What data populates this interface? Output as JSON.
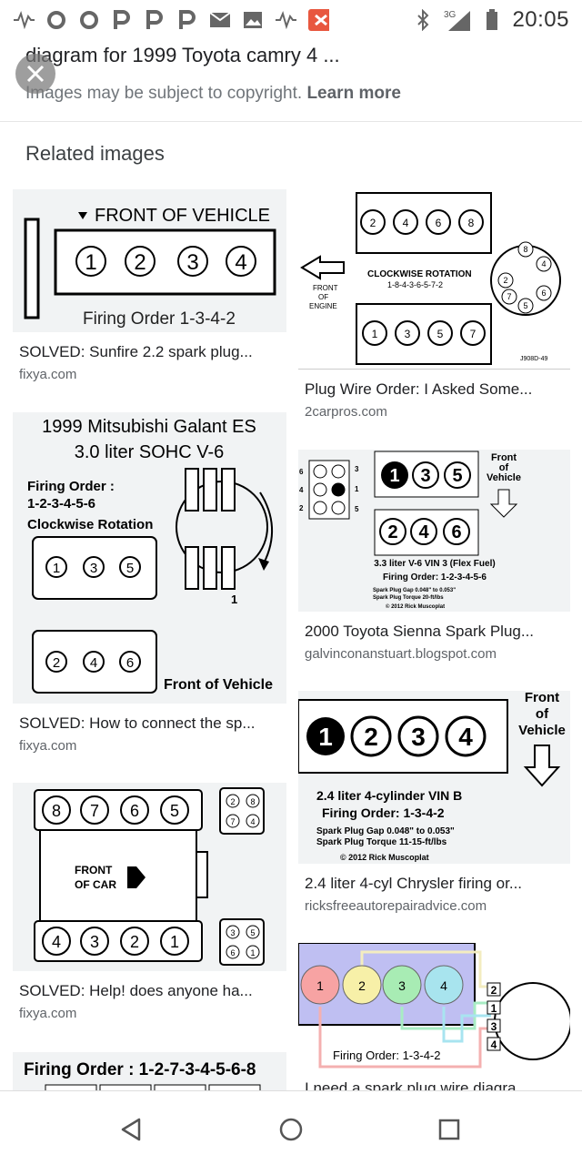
{
  "status": {
    "time": "20:05",
    "network": "3G"
  },
  "header": {
    "title": "diagram for 1999 Toyota camry 4 ...",
    "subtitle": "Images may be subject to copyright.",
    "learn_more": "Learn more"
  },
  "related_title": "Related images",
  "results": [
    {
      "caption": "SOLVED: Sunfire 2.2 spark plug...",
      "source": "fixya.com",
      "img_text": {
        "line1": "FRONT OF VEHICLE",
        "line2": "Firing Order 1-3-4-2",
        "cyl": [
          "1",
          "2",
          "3",
          "4"
        ]
      }
    },
    {
      "caption": "Plug Wire Order: I Asked Some...",
      "source": "2carpros.com",
      "img_text": {
        "line1": "CLOCKWISE ROTATION",
        "line2": "1-8-4-3-6-5-7-2",
        "line3": "FRONT",
        "line4": "OF",
        "line5": "ENGINE",
        "code": "J908D-49",
        "top": [
          "2",
          "4",
          "6",
          "8"
        ],
        "bottom": [
          "1",
          "3",
          "5",
          "7"
        ]
      }
    },
    {
      "caption": "SOLVED: How to connect the sp...",
      "source": "fixya.com",
      "img_text": {
        "line1": "1999 Mitsubishi Galant ES",
        "line2": "3.0 liter SOHC V-6",
        "line3": "Firing Order :",
        "line4": "1-2-3-4-5-6",
        "line5": "Clockwise Rotation",
        "line6": "Front of Vehicle",
        "top": [
          "1",
          "3",
          "5"
        ],
        "bottom": [
          "2",
          "4",
          "6"
        ],
        "mark": "1"
      }
    },
    {
      "caption": "2000 Toyota Sienna Spark Plug...",
      "source": "galvinconanstuart.blogspot.com",
      "img_text": {
        "line1": "Front",
        "line2": "of",
        "line3": "Vehicle",
        "line4": "3.3 liter V-6 VIN 3 (Flex Fuel)",
        "line5": "Firing Order: 1-2-3-4-5-6",
        "line6": "Spark Plug Gap 0.048\" to 0.053\"",
        "line7": "Spark Plug Torque  20-ft/lbs",
        "line8": "© 2012 Rick Muscoplat",
        "top": [
          "1",
          "3",
          "5"
        ],
        "bottom": [
          "2",
          "4",
          "6"
        ],
        "side": [
          "6",
          "4",
          "2",
          "3",
          "1",
          "5"
        ]
      }
    },
    {
      "caption": "2.4 liter 4-cyl Chrysler firing or...",
      "source": "ricksfreeautorepairadvice.com",
      "img_text": {
        "line1": "Front",
        "line2": "of",
        "line3": "Vehicle",
        "line4": "2.4 liter 4-cylinder VIN B",
        "line5": "Firing Order: 1-3-4-2",
        "line6": "Spark Plug Gap 0.048\" to 0.053\"",
        "line7": "Spark Plug Torque  11-15-ft/lbs",
        "line8": "© 2012 Rick Muscoplat",
        "cyl": [
          "1",
          "2",
          "3",
          "4"
        ]
      }
    },
    {
      "caption": "SOLVED: Help! does anyone ha...",
      "source": "fixya.com",
      "img_text": {
        "line1": "FRONT",
        "line2": "OF CAR",
        "top": [
          "8",
          "7",
          "6",
          "5"
        ],
        "bottom": [
          "4",
          "3",
          "2",
          "1"
        ],
        "cap_top": [
          "2",
          "8",
          "7",
          "4"
        ],
        "cap_bottom": [
          "3",
          "5",
          "6",
          "1"
        ]
      }
    },
    {
      "caption": "I need a spark plug wire diagra...",
      "source": "",
      "img_text": {
        "line1": "Firing Order: 1-3-4-2",
        "cyl": [
          "1",
          "2",
          "3",
          "4"
        ],
        "term": [
          "2",
          "4",
          "1",
          "3"
        ]
      }
    },
    {
      "caption": "",
      "source": "",
      "img_text": {
        "line1": "Firing Order : 1-2-7-3-4-5-6-8"
      }
    }
  ],
  "nav": {
    "back": "back-icon",
    "home": "home-icon",
    "recents": "recents-icon"
  }
}
